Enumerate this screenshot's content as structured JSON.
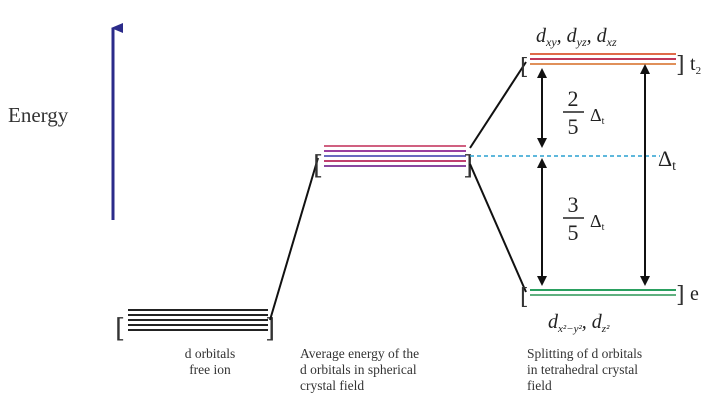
{
  "axis": {
    "label": "Energy"
  },
  "orbitals": {
    "upper_group": {
      "label_parts": [
        "d",
        "xy",
        ", ",
        "d",
        "yz",
        ", ",
        "d",
        "xz"
      ],
      "symmetry": "t",
      "symmetry_sub": "2"
    },
    "lower_group": {
      "label_parts": [
        "d",
        "x²−y²",
        ", ",
        "d",
        "z²"
      ],
      "symmetry": "e"
    }
  },
  "splitting": {
    "upper": {
      "numerator": "2",
      "denominator": "5",
      "symbol": "Δ",
      "sub": "t"
    },
    "lower": {
      "numerator": "3",
      "denominator": "5",
      "symbol": "Δ",
      "sub": "t"
    },
    "total": {
      "symbol": "Δ",
      "sub": "t"
    }
  },
  "captions": {
    "free_ion": [
      "d orbitals",
      "free ion"
    ],
    "spherical": [
      "Average energy of the",
      "d orbitals in spherical",
      "crystal field"
    ],
    "tetrahedral": [
      "Splitting of d orbitals",
      "in tetrahedral crystal",
      "field"
    ]
  },
  "colors": {
    "arrow_axis": "#2b2b8a",
    "free_lines": "#222222",
    "spherical_lines": [
      "#d06080",
      "#9a3fa0",
      "#6a6ac0",
      "#c04070",
      "#8848a0"
    ],
    "t2_lines": [
      "#e06a4a",
      "#c0385a",
      "#e0905a"
    ],
    "e_lines": [
      "#2aa060",
      "#60b080"
    ],
    "dashed": "#2aa0d0"
  }
}
